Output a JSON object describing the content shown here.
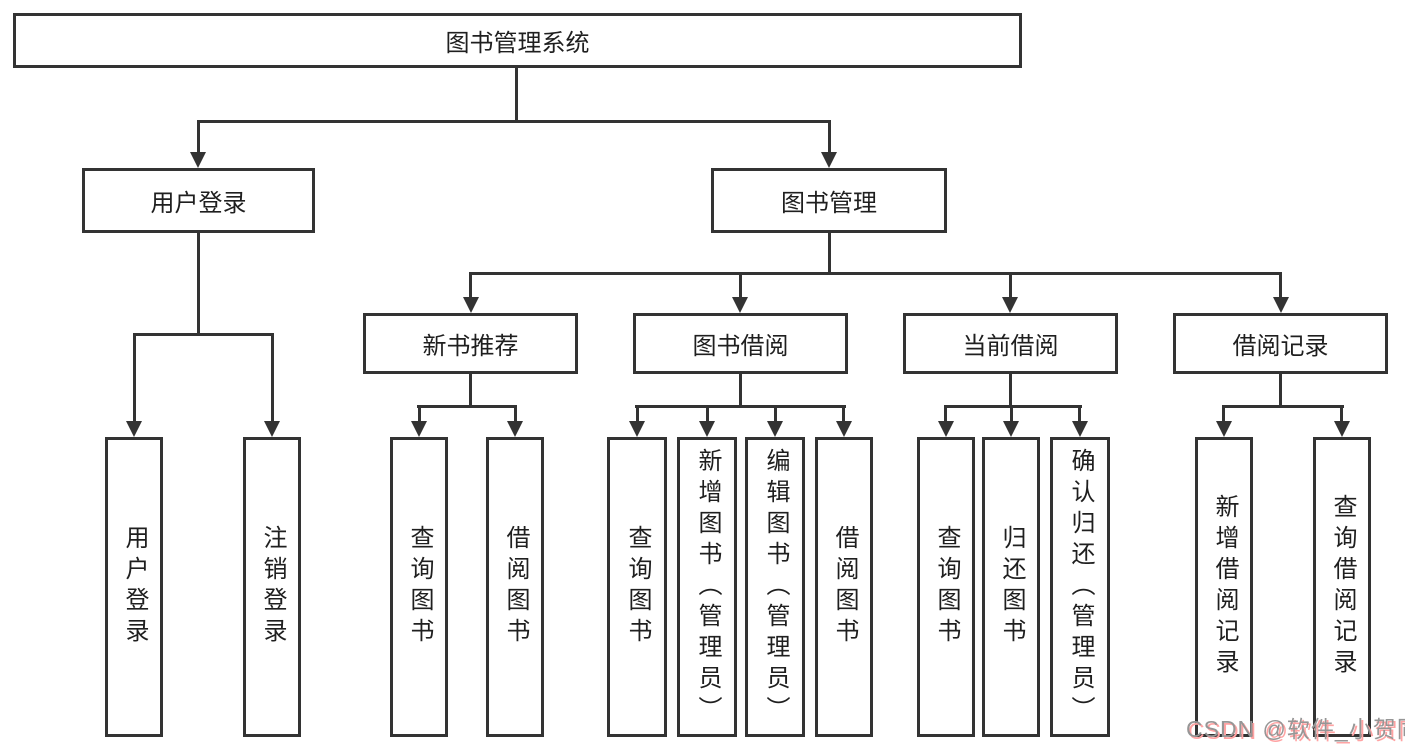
{
  "diagram": {
    "tree": {
      "label": "图书管理系统",
      "children": [
        {
          "label": "用户登录",
          "children": [
            {
              "label": "用户登录"
            },
            {
              "label": "注销登录"
            }
          ]
        },
        {
          "label": "图书管理",
          "children": [
            {
              "label": "新书推荐",
              "children": [
                {
                  "label": "查询图书"
                },
                {
                  "label": "借阅图书"
                }
              ]
            },
            {
              "label": "图书借阅",
              "children": [
                {
                  "label": "查询图书"
                },
                {
                  "label": "新增图书（管理员）"
                },
                {
                  "label": "编辑图书（管理员）"
                },
                {
                  "label": "借阅图书"
                }
              ]
            },
            {
              "label": "当前借阅",
              "children": [
                {
                  "label": "查询图书"
                },
                {
                  "label": "归还图书"
                },
                {
                  "label": "确认归还（管理员）"
                }
              ]
            },
            {
              "label": "借阅记录",
              "children": [
                {
                  "label": "新增借阅记录"
                },
                {
                  "label": "查询借阅记录"
                }
              ]
            }
          ]
        }
      ]
    },
    "watermark": "CSDN @软件_小贺同学",
    "colors": {
      "line": "#333333",
      "box_border": "#333333",
      "text": "#1f1f1f",
      "background": "#ffffff",
      "watermark_text": "#969696",
      "watermark_shadow": "#ffa3a3"
    }
  }
}
